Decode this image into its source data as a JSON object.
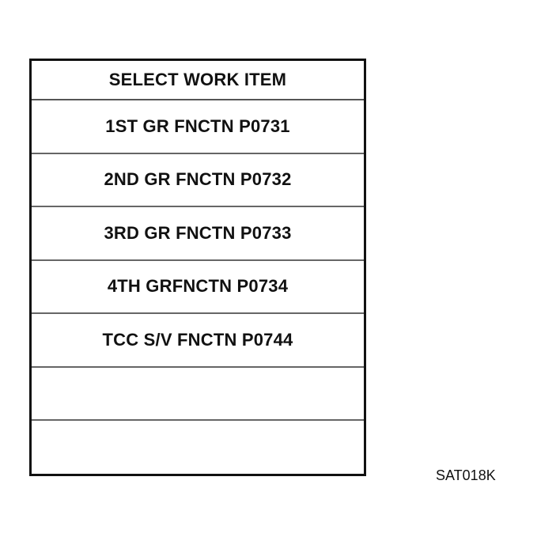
{
  "screen": {
    "title": "SELECT WORK ITEM",
    "items": [
      "1ST GR FNCTN P0731",
      "2ND GR FNCTN P0732",
      "3RD GR FNCTN P0733",
      "4TH GRFNCTN P0734",
      "TCC S/V FNCTN P0744",
      "",
      ""
    ]
  },
  "figure": {
    "code": "SAT018K"
  }
}
